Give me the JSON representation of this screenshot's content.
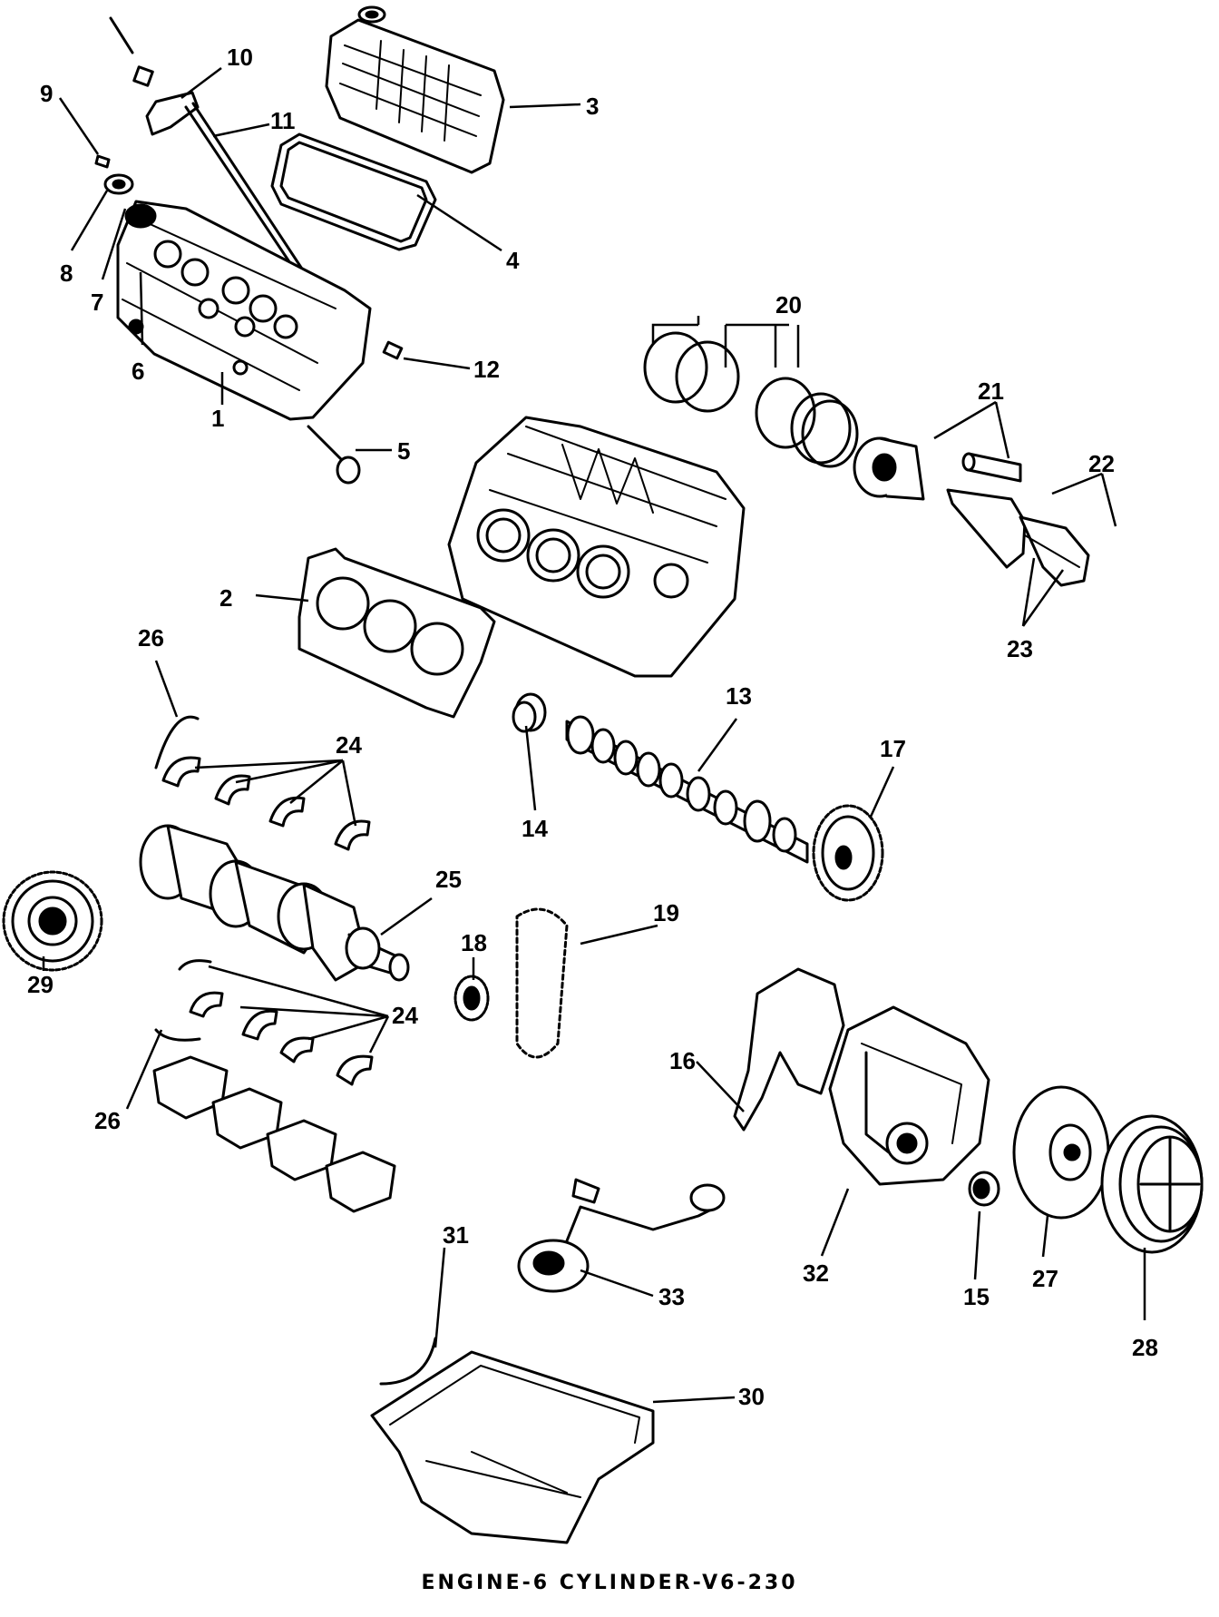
{
  "caption": "ENGINE-6 CYLINDER-V6-230",
  "colors": {
    "ink": "#000000",
    "paper": "#ffffff"
  },
  "callouts": [
    {
      "id": "c1",
      "label": "1"
    },
    {
      "id": "c2",
      "label": "2"
    },
    {
      "id": "c3",
      "label": "3"
    },
    {
      "id": "c4",
      "label": "4"
    },
    {
      "id": "c5",
      "label": "5"
    },
    {
      "id": "c6",
      "label": "6"
    },
    {
      "id": "c7",
      "label": "7"
    },
    {
      "id": "c8",
      "label": "8"
    },
    {
      "id": "c9",
      "label": "9"
    },
    {
      "id": "c10",
      "label": "10"
    },
    {
      "id": "c11",
      "label": "11"
    },
    {
      "id": "c12",
      "label": "12"
    },
    {
      "id": "c13",
      "label": "13"
    },
    {
      "id": "c14",
      "label": "14"
    },
    {
      "id": "c15",
      "label": "15"
    },
    {
      "id": "c16",
      "label": "16"
    },
    {
      "id": "c17",
      "label": "17"
    },
    {
      "id": "c18",
      "label": "18"
    },
    {
      "id": "c19",
      "label": "19"
    },
    {
      "id": "c20",
      "label": "20"
    },
    {
      "id": "c21",
      "label": "21"
    },
    {
      "id": "c22",
      "label": "22"
    },
    {
      "id": "c23",
      "label": "23"
    },
    {
      "id": "c24a",
      "label": "24"
    },
    {
      "id": "c24b",
      "label": "24"
    },
    {
      "id": "c25",
      "label": "25"
    },
    {
      "id": "c26a",
      "label": "26"
    },
    {
      "id": "c26b",
      "label": "26"
    },
    {
      "id": "c27",
      "label": "27"
    },
    {
      "id": "c28",
      "label": "28"
    },
    {
      "id": "c29",
      "label": "29"
    },
    {
      "id": "c30",
      "label": "30"
    },
    {
      "id": "c31",
      "label": "31"
    },
    {
      "id": "c32",
      "label": "32"
    },
    {
      "id": "c33",
      "label": "33"
    }
  ]
}
